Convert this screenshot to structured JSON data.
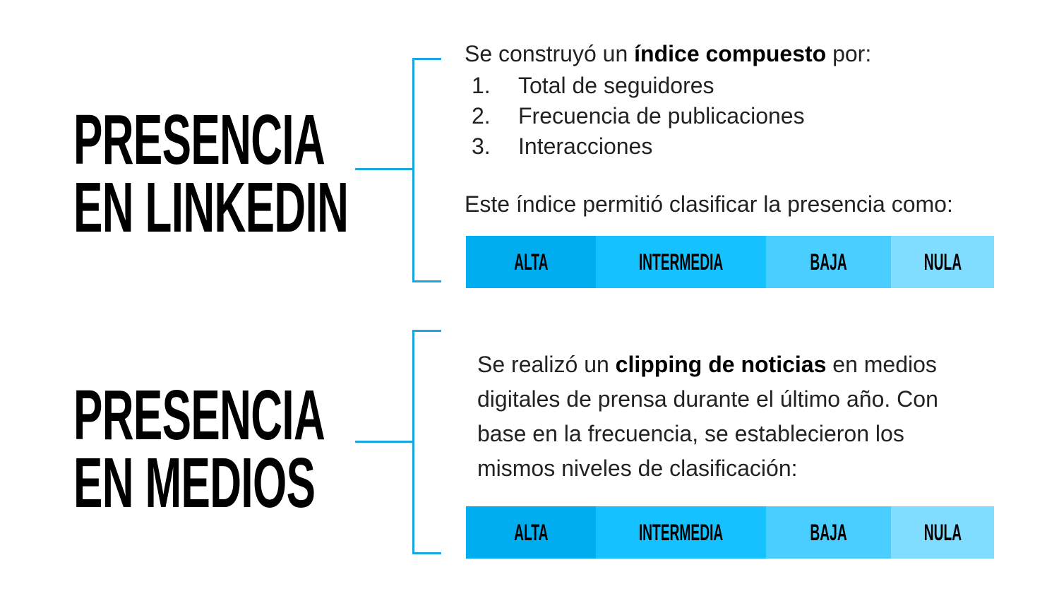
{
  "sections": [
    {
      "title_lines": [
        "PRESENCIA",
        "EN LINKEDIN"
      ],
      "intro_pre": "Se construyó un ",
      "intro_bold": "índice compuesto",
      "intro_post": " por:",
      "list": [
        {
          "num": "1.",
          "text": "Total de seguidores"
        },
        {
          "num": "2.",
          "text": "Frecuencia de publicaciones"
        },
        {
          "num": "3.",
          "text": "Interacciones"
        }
      ],
      "classify_text": "Este índice permitió clasificar la presencia como:"
    },
    {
      "title_lines": [
        "PRESENCIA",
        "EN MEDIOS"
      ],
      "para_pre": "Se realizó un ",
      "para_bold": "clipping de noticias",
      "para_post": " en medios",
      "para_lines": [
        "digitales de prensa durante el último año. Con",
        "base en la frecuencia, se establecieron los",
        "mismos niveles de clasificación:"
      ]
    }
  ],
  "levels": [
    {
      "label": "ALTA",
      "color": "#00aeef"
    },
    {
      "label": "INTERMEDIA",
      "color": "#16c1ff"
    },
    {
      "label": "BAJA",
      "color": "#4acdff"
    },
    {
      "label": "NULA",
      "color": "#80ddff"
    }
  ]
}
